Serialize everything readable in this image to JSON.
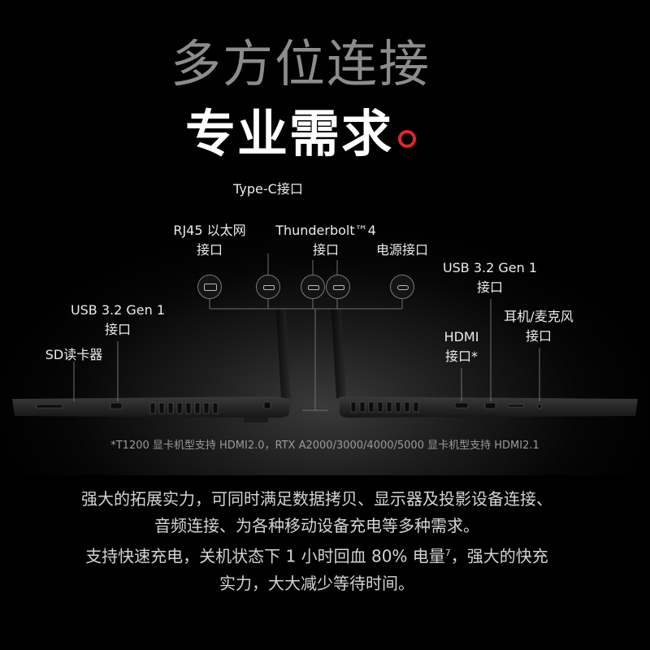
{
  "headline": {
    "line1": "多方位连接",
    "line2": "专业需求"
  },
  "labels": {
    "typec": "Type-C接口",
    "rj45_line1": "RJ45 以太网",
    "rj45_line2": "接口",
    "thunder_line1": "Thunderbolt™4",
    "thunder_line2": "接口",
    "power": "电源接口",
    "usb_right_line1": "USB 3.2 Gen 1",
    "usb_right_line2": "接口",
    "headphone_line1": "耳机/麦克风",
    "headphone_line2": "接口",
    "hdmi_line1": "HDMI",
    "hdmi_line2": "接口*",
    "usb_left_line1": "USB 3.2 Gen 1",
    "usb_left_line2": "接口",
    "sd": "SD读卡器"
  },
  "footnote": "*T1200 显卡机型支持 HDMI2.0，RTX A2000/3000/4000/5000 显卡机型支持 HDMI2.1",
  "description": {
    "line1": "强大的拓展实力，可同时满足数据拷贝、显示器及投影设备连接、",
    "line2": "音频连接、为各种移动设备充电等多种需求。",
    "line3": "支持快速充电，关机状态下 1 小时回血 80% 电量",
    "line3_sup": "7",
    "line3_tail": "，强大的快充",
    "line4": "实力，大大减少等待时间。"
  },
  "colors": {
    "accent": "#e5242b",
    "title_gray": "#8c8c8c"
  }
}
